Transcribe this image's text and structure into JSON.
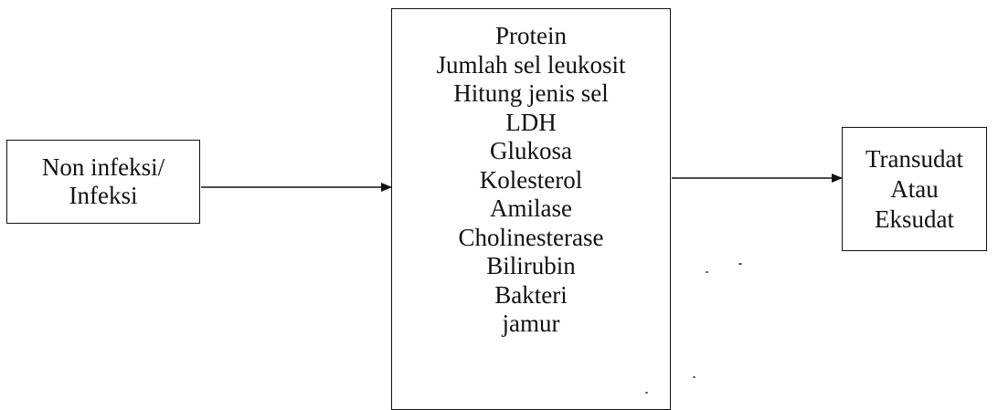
{
  "input_box": {
    "lines": [
      "Non infeksi/",
      "Infeksi"
    ]
  },
  "parameters_box": {
    "lines": [
      "Protein",
      "Jumlah sel leukosit",
      "Hitung jenis sel",
      "LDH",
      "Glukosa",
      "Kolesterol",
      "Amilase",
      "Cholinesterase",
      "Bilirubin",
      "Bakteri",
      "jamur"
    ]
  },
  "output_box": {
    "lines": [
      "Transudat",
      "Atau",
      "Eksudat"
    ]
  },
  "colors": {
    "stroke": "#111111",
    "background": "#ffffff"
  }
}
